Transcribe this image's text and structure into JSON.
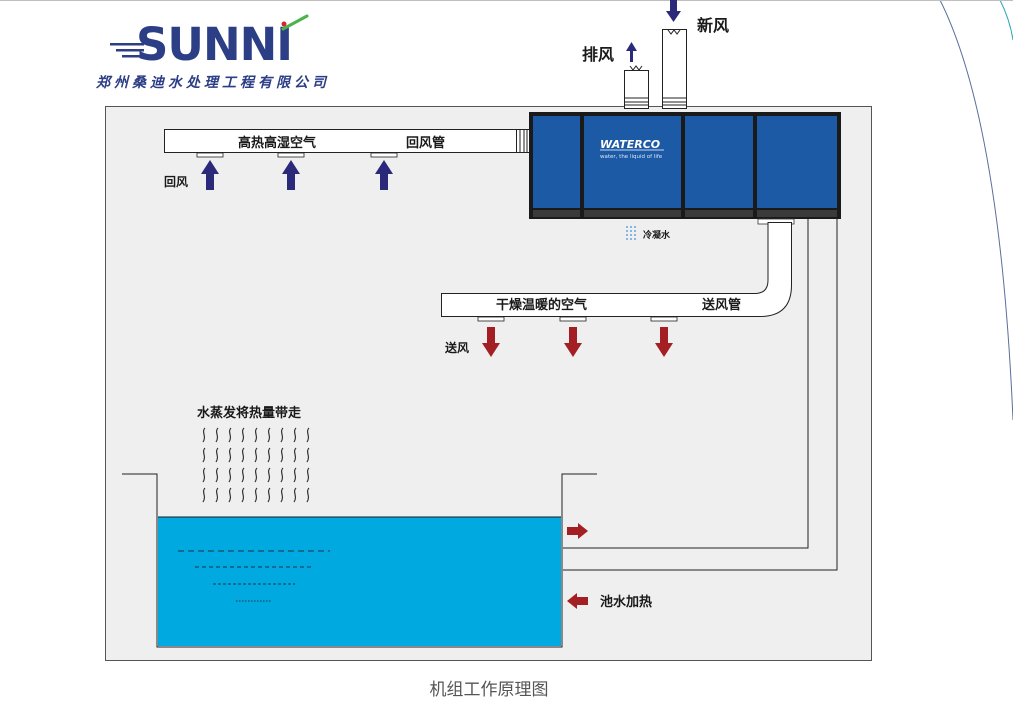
{
  "logo": {
    "brand": "SUNNI",
    "company": "郑州桑迪水处理工程有限公司"
  },
  "labels": {
    "fresh_air": "新风",
    "exhaust_air": "排风",
    "return_duct_air": "高热高湿空气",
    "return_duct": "回风管",
    "return_air": "回风",
    "unit_brand": "WATERCO",
    "unit_slogan": "water, the liquid of life",
    "condensate": "冷凝水",
    "supply_duct_air": "干燥温暖的空气",
    "supply_duct": "送风管",
    "supply_air": "送风",
    "evaporation": "水蒸发将热量带走",
    "pool_heating": "池水加热"
  },
  "caption": "机组工作原理图",
  "colors": {
    "room_bg": "#efefef",
    "unit_blue": "#1d5aa6",
    "unit_dark": "#1a1a1a",
    "pool_water": "#00a9df",
    "return_arrow": "#2b2a7a",
    "supply_arrow": "#a41f24",
    "logo_navy": "#2c3e86",
    "logo_green": "#4bb34b",
    "logo_red": "#d7262b"
  }
}
